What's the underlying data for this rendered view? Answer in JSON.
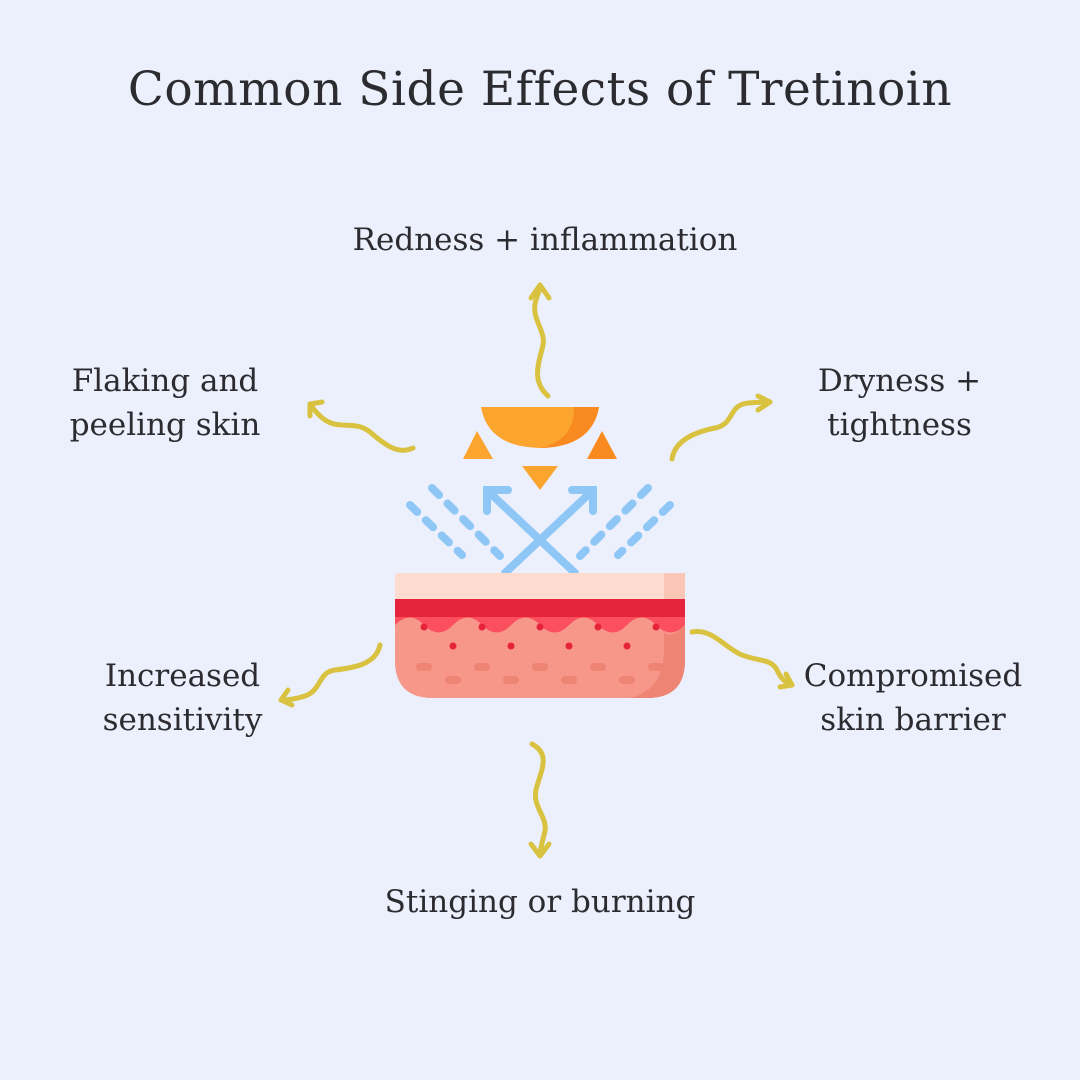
{
  "title": "Common Side Effects of Tretinoin",
  "effects": {
    "top": {
      "lines": [
        "Redness + inflammation"
      ]
    },
    "top_left": {
      "lines": [
        "Flaking and",
        "peeling skin"
      ]
    },
    "top_right": {
      "lines": [
        "Dryness +",
        "tightness"
      ]
    },
    "bottom_left": {
      "lines": [
        "Increased",
        "sensitivity"
      ]
    },
    "bottom_right": {
      "lines": [
        "Compromised",
        "skin barrier"
      ]
    },
    "bottom": {
      "lines": [
        "Stinging or burning"
      ]
    }
  },
  "colors": {
    "background": "#ECF0FC",
    "arrow": "#D9C23F",
    "sun": "#FBA52E",
    "sun_shade": "#F98A1F",
    "rays": "#8EC7F5",
    "skin_top": "#FDDCCF",
    "skin_red": "#E5233A",
    "skin_mid": "#FB4E5F",
    "skin_base": "#F7978A"
  },
  "icons": [
    "sun-icon",
    "uv-rays-icon",
    "skin-layers-icon",
    "squiggly-arrow-icon"
  ]
}
